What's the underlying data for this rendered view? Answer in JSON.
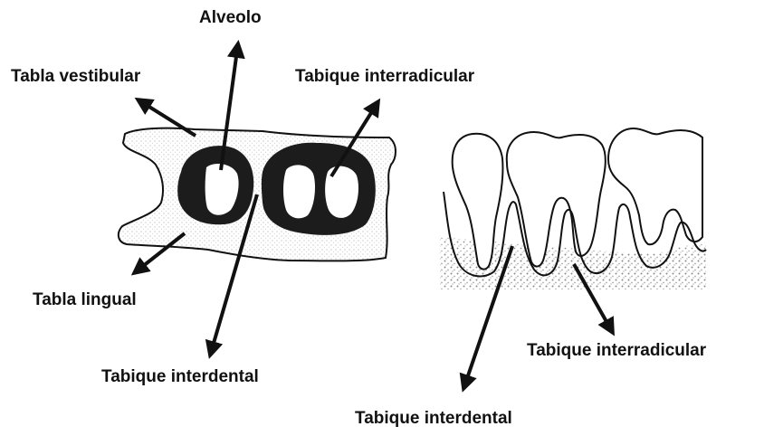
{
  "labels": {
    "alveolo": "Alveolo",
    "tabla_vestibular": "Tabla vestibular",
    "tabique_interradicular_top": "Tabique interradicular",
    "tabla_lingual": "Tabla lingual",
    "tabique_interdental_left": "Tabique interdental",
    "tabique_interradicular_right": "Tabique interradicular",
    "tabique_interdental_bottom": "Tabique interdental"
  },
  "colors": {
    "ink": "#111111",
    "socket": "#1c1c1c",
    "bone_fill": "#f4f4f4",
    "stipple": "#9a9a9a"
  }
}
